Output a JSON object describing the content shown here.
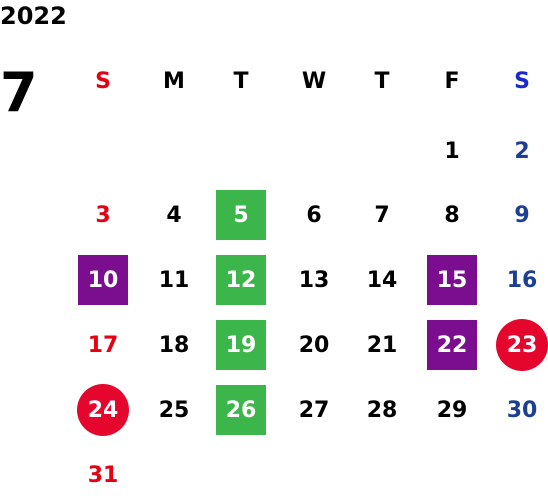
{
  "calendar": {
    "year": "2022",
    "month": "7",
    "weekdays": [
      {
        "label": "S",
        "style": "sun"
      },
      {
        "label": "M",
        "style": ""
      },
      {
        "label": "T",
        "style": ""
      },
      {
        "label": "W",
        "style": ""
      },
      {
        "label": "T",
        "style": ""
      },
      {
        "label": "F",
        "style": ""
      },
      {
        "label": "S",
        "style": "satHdr"
      }
    ],
    "first_weekday_index": 5,
    "days": [
      {
        "d": "1",
        "hl": ""
      },
      {
        "d": "2",
        "hl": ""
      },
      {
        "d": "3",
        "hl": ""
      },
      {
        "d": "4",
        "hl": ""
      },
      {
        "d": "5",
        "hl": "green"
      },
      {
        "d": "6",
        "hl": ""
      },
      {
        "d": "7",
        "hl": ""
      },
      {
        "d": "8",
        "hl": ""
      },
      {
        "d": "9",
        "hl": ""
      },
      {
        "d": "10",
        "hl": "purple"
      },
      {
        "d": "11",
        "hl": ""
      },
      {
        "d": "12",
        "hl": "green"
      },
      {
        "d": "13",
        "hl": ""
      },
      {
        "d": "14",
        "hl": ""
      },
      {
        "d": "15",
        "hl": "purple"
      },
      {
        "d": "16",
        "hl": ""
      },
      {
        "d": "17",
        "hl": ""
      },
      {
        "d": "18",
        "hl": ""
      },
      {
        "d": "19",
        "hl": "green"
      },
      {
        "d": "20",
        "hl": ""
      },
      {
        "d": "21",
        "hl": ""
      },
      {
        "d": "22",
        "hl": "purple"
      },
      {
        "d": "23",
        "hl": "red"
      },
      {
        "d": "24",
        "hl": "red"
      },
      {
        "d": "25",
        "hl": ""
      },
      {
        "d": "26",
        "hl": "green"
      },
      {
        "d": "27",
        "hl": ""
      },
      {
        "d": "28",
        "hl": ""
      },
      {
        "d": "29",
        "hl": ""
      },
      {
        "d": "30",
        "hl": ""
      },
      {
        "d": "31",
        "hl": ""
      }
    ],
    "colors": {
      "sunday": "#e60012",
      "saturday": "#1c3f94",
      "green": "#3cb54a",
      "purple": "#7b0d8f",
      "red": "#e5062d"
    }
  }
}
